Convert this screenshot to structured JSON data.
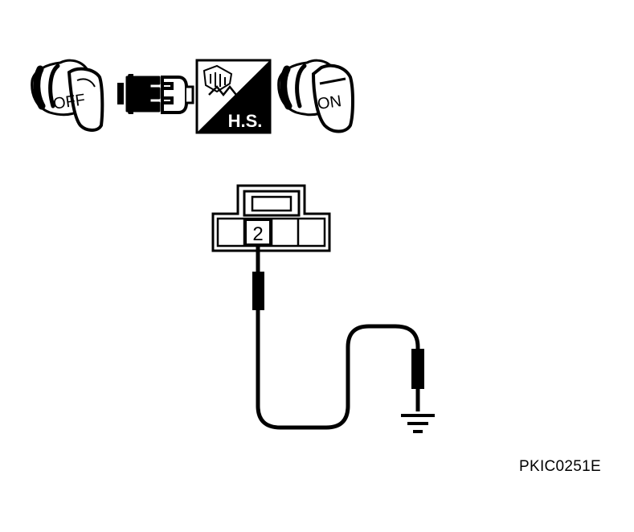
{
  "icons": {
    "key_off": {
      "icon": "ignition-key-off-icon",
      "label": "OFF"
    },
    "connector": {
      "icon": "disconnect-connector-icon"
    },
    "harness": {
      "icon": "harness-side-icon",
      "label": "H.S."
    },
    "key_on": {
      "icon": "ignition-key-on-icon",
      "label": "ON"
    }
  },
  "connector": {
    "terminal": "2"
  },
  "ground": {
    "icon": "ground-symbol-icon"
  },
  "figure_code": "PKIC0251E",
  "colors": {
    "ink": "#000000",
    "paper": "#ffffff"
  }
}
